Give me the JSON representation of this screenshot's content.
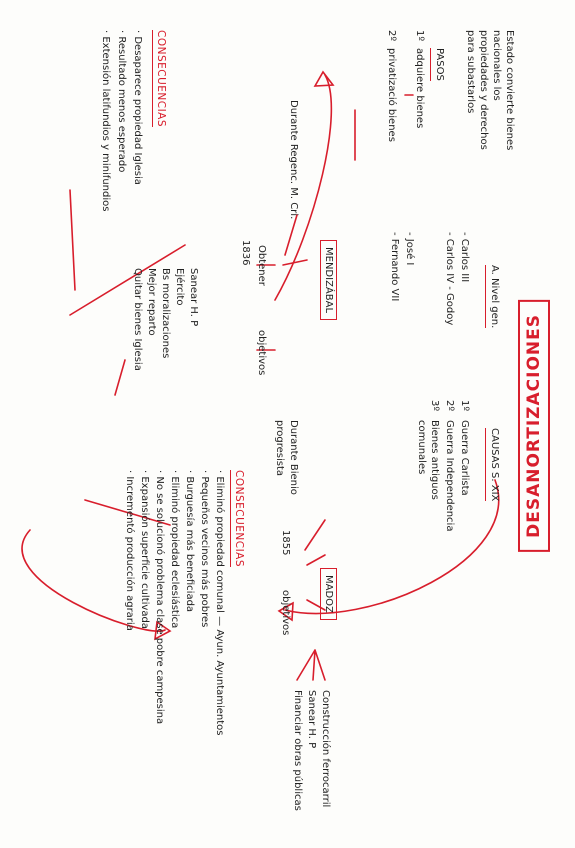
{
  "title": "DESANORTIZACIONES",
  "left": {
    "intro": [
      "Estado convierte bienes",
      "nacionales los",
      "propiedades y derechos",
      "para subastarlos"
    ],
    "pasos_label": "PASOS",
    "pasos": [
      {
        "num": "1º",
        "text": "adquiere bienes"
      },
      {
        "num": "2º",
        "text": "privatizació bienes"
      }
    ],
    "a_nivel": "A. Nivel gen.",
    "reyes": [
      "- Carlos III",
      "- Carlos IV - Godoy",
      "- José I",
      "- Fernando VII"
    ],
    "mendizabal": {
      "label": "MENDIZÁBAL",
      "durante": "Durante Regenc. M. Cri.",
      "year": "1836",
      "obj_col1": "Obtener",
      "obj_col2": "objetivos",
      "objetivos": [
        "Sanear H. P",
        "Ejército",
        "Bs moralizaciones",
        "Mejor reparto",
        "Quitar bienes Iglesia"
      ]
    },
    "consecuencias_label": "CONSECUENCIAS",
    "consecuencias": [
      "· Desaparece propiedad Iglesia",
      "· Resultado menos esperado",
      "· Extensión latifundios y minifundios"
    ]
  },
  "right": {
    "causas_label": "CAUSAS S. XIX",
    "causas": [
      {
        "num": "1º",
        "text": "Guerra Carlista"
      },
      {
        "num": "2º",
        "text": "Guerra Independencia"
      },
      {
        "num": "3º",
        "text": "Bienes antiguos"
      },
      {
        "num": "",
        "text": "comunales"
      }
    ],
    "madoz": {
      "label": "MADOZ",
      "durante": "Durante Bienio",
      "progresista": "progresista",
      "year": "1855",
      "objetivos_label": "objetivos",
      "objetivos": [
        "Construcción ferrocarril",
        "Sanear H. P",
        "Financiar obras públicas"
      ]
    },
    "consecuencias_label": "CONSECUENCIAS",
    "consecuencias": [
      "· Eliminó propiedad comunal — Ayun. Ayuntamientos",
      "· Pequeños vecinos más pobres",
      "· Burguesía más beneficiada",
      "· Eliminó propiedad eclesiástica",
      "· No se solucionó problema clase pobre campesina",
      "· Expansión superficie cultivada",
      "· Incrementó producción agraria"
    ]
  }
}
